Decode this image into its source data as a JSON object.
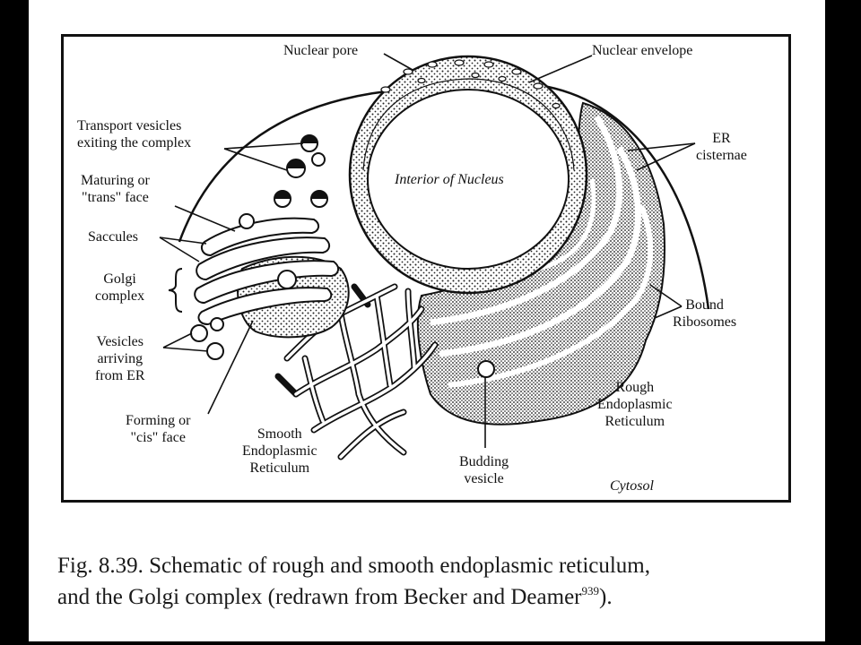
{
  "labels": {
    "nuclear_pore": "Nuclear pore",
    "nuclear_envelope": "Nuclear envelope",
    "transport_vesicles": [
      "Transport vesicles",
      "exiting the complex"
    ],
    "er_cisternae": [
      "ER",
      "cisternae"
    ],
    "maturing_face": [
      "Maturing or",
      "\"trans\" face"
    ],
    "interior_nucleus": "Interior of Nucleus",
    "saccules": "Saccules",
    "golgi_complex": [
      "Golgi",
      "complex"
    ],
    "bound_ribosomes": [
      "Bound",
      "Ribosomes"
    ],
    "vesicles_arriving": [
      "Vesicles",
      "arriving",
      "from ER"
    ],
    "rough_er": [
      "Rough",
      "Endoplasmic",
      "Reticulum"
    ],
    "forming_face": [
      "Forming or",
      "\"cis\" face"
    ],
    "smooth_er": [
      "Smooth",
      "Endoplasmic",
      "Reticulum"
    ],
    "budding_vesicle": [
      "Budding",
      "vesicle"
    ],
    "cytosol": "Cytosol"
  },
  "caption": {
    "line1": "Fig. 8.39. Schematic of rough and smooth endoplasmic reticulum,",
    "line2": "and the Golgi complex (redrawn from Becker and Deamer",
    "ref": "939",
    "end": ")."
  }
}
